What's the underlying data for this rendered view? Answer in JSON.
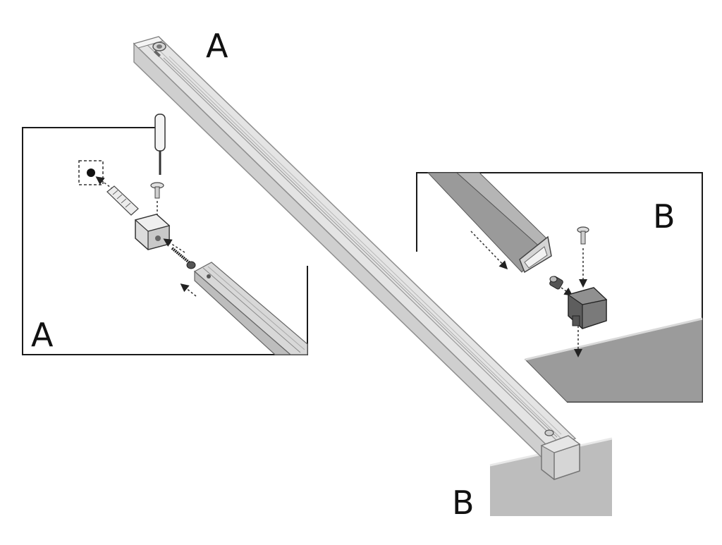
{
  "labels": {
    "a_main": "A",
    "a_inset": "A",
    "b_inset": "B",
    "b_main": "B"
  },
  "colors": {
    "bar_face": "#e4e4e4",
    "bar_side": "#cfcfcf",
    "bar_edge": "#8f8f8f",
    "glass": "#bdbdbd",
    "glass_inset": "#9b9b9b",
    "end_cap": "#c6c6c6",
    "frame": "#1a1a1a"
  },
  "icons": [
    "screwdriver-icon",
    "screw-icon",
    "wall-plug-icon",
    "drill-hole-icon",
    "wall-bracket-icon",
    "end-cap-icon",
    "grub-screw-icon"
  ]
}
